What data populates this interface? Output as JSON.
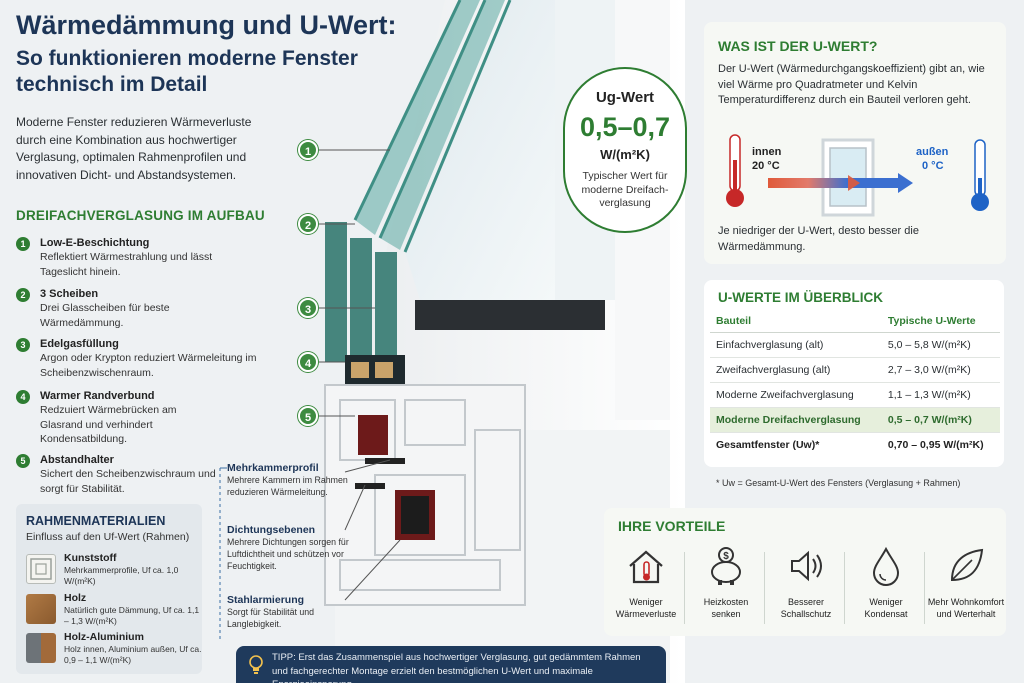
{
  "header": {
    "title": "Wärmedämmung und U-Wert:",
    "subtitle": "So funktionieren moderne Fenster technisch im Detail",
    "intro": "Moderne Fenster reduzieren Wärmeverluste durch eine Kombination aus hochwertiger Verglasung, optimalen Rahmenprofilen und innovativen Dicht- und Abstandsystemen."
  },
  "glazing": {
    "heading": "DREIFACHVERGLASUNG IM AUFBAU",
    "items": [
      {
        "num": "1",
        "title": "Low-E-Beschichtung",
        "desc": "Reflektiert Wärmestrahlung und lässt Tageslicht hinein."
      },
      {
        "num": "2",
        "title": "3 Scheiben",
        "desc": "Drei Glasscheiben für beste Wärmedämmung."
      },
      {
        "num": "3",
        "title": "Edelgasfüllung",
        "desc": "Argon oder Krypton reduziert Wärmeleitung im Scheibenzwischenraum."
      },
      {
        "num": "4",
        "title": "Warmer Randverbund",
        "desc": "Redzuiert Wärmebrücken am Glasrand und verhindert Kondensatbildung."
      },
      {
        "num": "5",
        "title": "Abstandhalter",
        "desc": "Sichert den Scheibenzwischraum und sorgt für Stabilität."
      }
    ]
  },
  "frame": {
    "heading": "RAHMENMATERIALIEN",
    "subheading": "Einfluss auf den Uf-Wert (Rahmen)",
    "materials": [
      {
        "title": "Kunststoff",
        "desc": "Mehrkammerprofile, Uf ca. 1,0 W/(m²K)"
      },
      {
        "title": "Holz",
        "desc": "Natürlich gute Dämmung, Uf ca. 1,1 – 1,3 W/(m²K)"
      },
      {
        "title": "Holz-Aluminium",
        "desc": "Holz innen, Aluminium außen, Uf ca. 0,9 – 1,1 W/(m²K)"
      }
    ]
  },
  "illustration": {
    "callouts": [
      "1",
      "2",
      "3",
      "4",
      "5"
    ],
    "profile_labels": [
      {
        "title": "Mehrkammerprofil",
        "desc": "Mehrere Kammern im Rahmen reduzieren Wärmeleitung."
      },
      {
        "title": "Dichtungsebenen",
        "desc": "Mehrere Dichtungen sorgen für Luftdichtheit und schützen vor Feuchtigkeit."
      },
      {
        "title": "Stahlarmierung",
        "desc": "Sorgt für Stabilität und Langlebigkeit."
      }
    ]
  },
  "ug_badge": {
    "label": "Ug-Wert",
    "value": "0,5–0,7",
    "unit": "W/(m²K)",
    "desc": "Typischer Wert für moderne Dreifach-verglasung"
  },
  "u_value_info": {
    "heading": "WAS IST DER U-WERT?",
    "text": "Der U-Wert (Wärmedurchgangskoeffizient) gibt an, wie viel Wärme pro Quadratmeter und Kelvin Temperaturdifferenz durch ein Bauteil verloren geht.",
    "inside_label": "innen",
    "inside_temp": "20 °C",
    "outside_label": "außen",
    "outside_temp": "0 °C",
    "footer": "Je niedriger der U-Wert, desto besser die Wärmedämmung."
  },
  "u_table": {
    "heading": "U-WERTE IM ÜBERBLICK",
    "columns": [
      "Bauteil",
      "Typische U-Werte"
    ],
    "rows": [
      [
        "Einfachverglasung (alt)",
        "5,0 – 5,8 W/(m²K)"
      ],
      [
        "Zweifachverglasung (alt)",
        "2,7 – 3,0 W/(m²K)"
      ],
      [
        "Moderne Zweifachverglasung",
        "1,1 – 1,3 W/(m²K)"
      ],
      [
        "Moderne Dreifachverglasung",
        "0,5 – 0,7 W/(m²K)"
      ],
      [
        "Gesamtfenster (Uw)*",
        "0,70 – 0,95 W/(m²K)"
      ]
    ],
    "note": "* Uw = Gesamt-U-Wert des Fensters (Verglasung + Rahmen)"
  },
  "benefits": {
    "heading": "IHRE VORTEILE",
    "items": [
      {
        "label": "Weniger Wärmeverluste",
        "icon": "house-thermometer-icon"
      },
      {
        "label": "Heizkosten senken",
        "icon": "piggy-bank-icon"
      },
      {
        "label": "Besserer Schallschutz",
        "icon": "speaker-icon"
      },
      {
        "label": "Weniger Kondensat",
        "icon": "droplet-icon"
      },
      {
        "label": "Mehr Wohnkomfort und Werterhalt",
        "icon": "leaf-icon"
      }
    ]
  },
  "tip": {
    "text": "TIPP: Erst das Zusammenspiel aus hochwertiger Verglasung, gut gedämmtem Rahmen und fachgerechter Montage erzielt den bestmöglichen U-Wert und maximale Energieeinsparung."
  },
  "colors": {
    "accent_green": "#2e7d32",
    "navy": "#1d3557",
    "warm_red": "#c62828",
    "cold_blue": "#1e63c6"
  }
}
